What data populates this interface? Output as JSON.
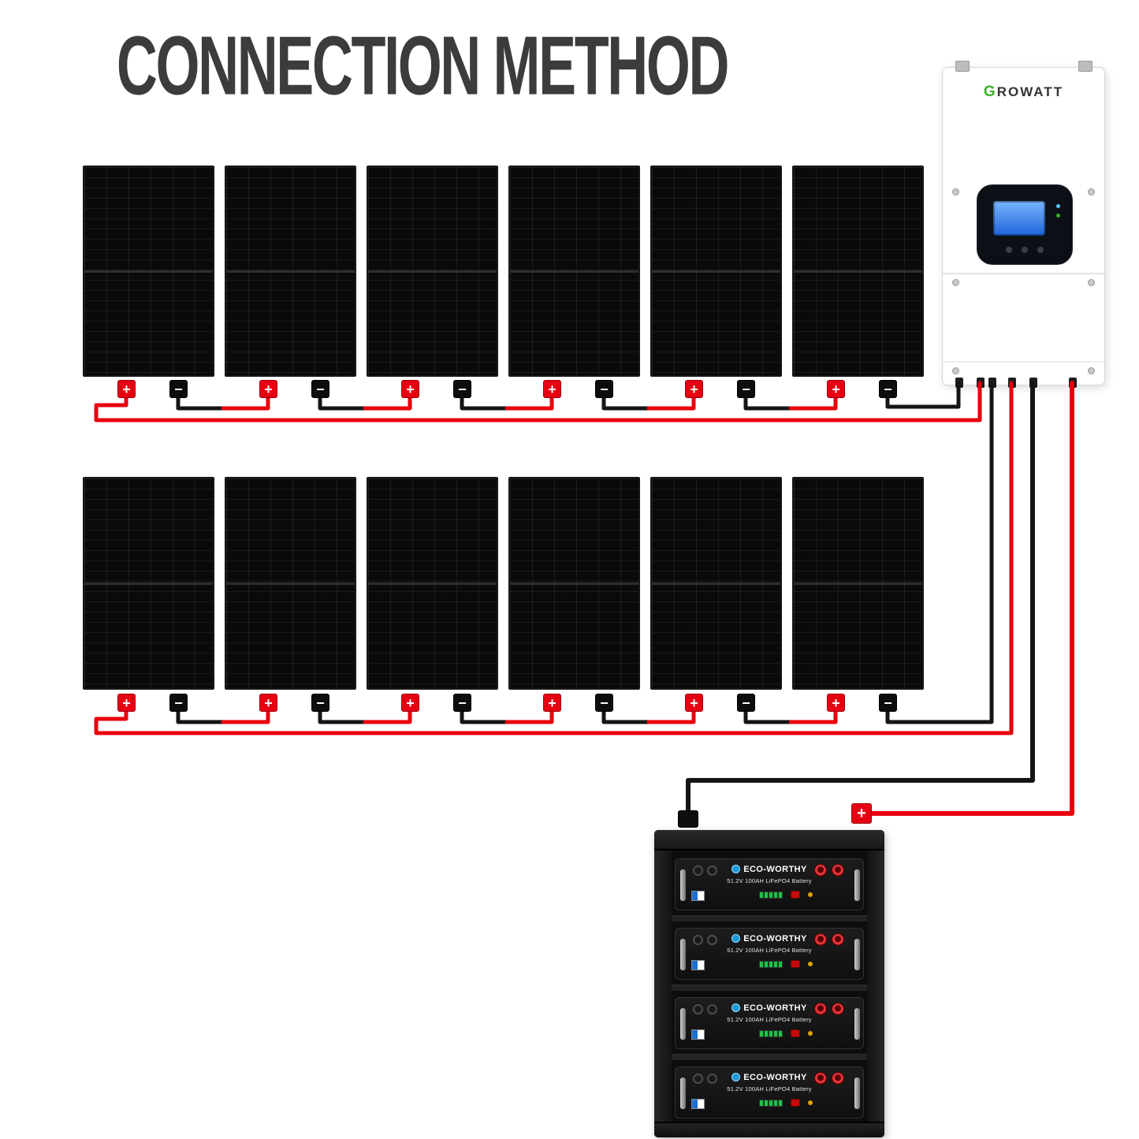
{
  "title": "CONNECTION METHOD",
  "glyphs": {
    "plus": "+",
    "minus": "−"
  },
  "inverter": {
    "brand_g": "G",
    "brand_rest": "ROWATT"
  },
  "battery": {
    "brand": "ECO-WORTHY",
    "model": "51.2V 100AH LiFePO4 Battery",
    "count": 4
  },
  "diagram": {
    "panel_count": 12,
    "panel_rows": 2,
    "panels_per_row": 6
  },
  "colors": {
    "wire_red": "#e8000d",
    "wire_black": "#151515",
    "terminal_red": "#e60012",
    "growatt_green": "#3fae2a",
    "lcd_blue": "#2f7df0",
    "battery_logo_blue": "#1d9bd8"
  }
}
